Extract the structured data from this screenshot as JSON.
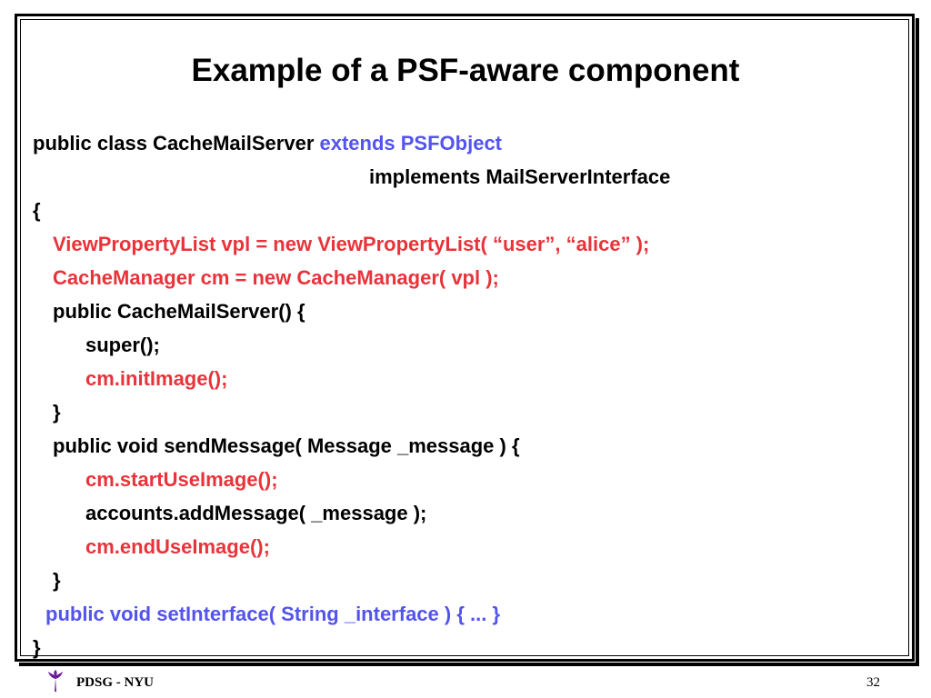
{
  "slide": {
    "title": "Example of a PSF-aware component"
  },
  "code": {
    "line1_a": "public class CacheMailServer ",
    "line1_b": "extends PSFObject",
    "line2": "implements MailServerInterface",
    "line3": "{",
    "line4": "ViewPropertyList vpl = new ViewPropertyList( “user”, “alice” );",
    "line5": "CacheManager cm = new CacheManager( vpl );",
    "line6": "public CacheMailServer() {",
    "line7": "super();",
    "line8": "cm.initImage();",
    "line9": "}",
    "line10": "public void sendMessage( Message _message ) {",
    "line11": "cm.startUseImage();",
    "line12": "accounts.addMessage( _message );",
    "line13": "cm.endUseImage();",
    "line14": "}",
    "line15": "public void setInterface( String _interface ) { ... }",
    "line16": "}"
  },
  "footer": {
    "org": "PDSG - NYU",
    "page_number": "32",
    "logo_icon": "torch-icon"
  },
  "colors": {
    "highlight_red": "#e8333a",
    "highlight_blue": "#5353ee"
  }
}
